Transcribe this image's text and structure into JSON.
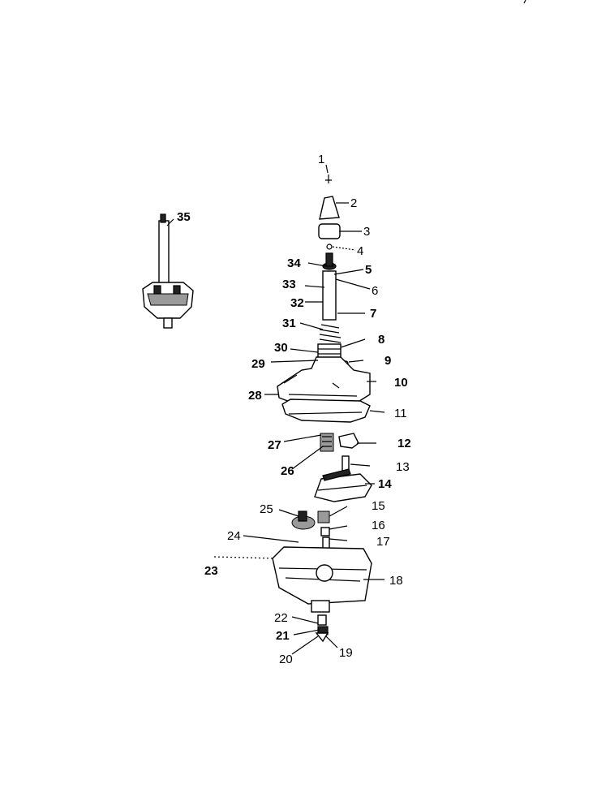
{
  "diagram": {
    "labels": [
      {
        "id": "1",
        "text": "1"
      },
      {
        "id": "2",
        "text": "2"
      },
      {
        "id": "3",
        "text": "3"
      },
      {
        "id": "4",
        "text": "4"
      },
      {
        "id": "5",
        "text": "5"
      },
      {
        "id": "6",
        "text": "6"
      },
      {
        "id": "7",
        "text": "7"
      },
      {
        "id": "8",
        "text": "8"
      },
      {
        "id": "9",
        "text": "9"
      },
      {
        "id": "10",
        "text": "10"
      },
      {
        "id": "11",
        "text": "11"
      },
      {
        "id": "12",
        "text": "12"
      },
      {
        "id": "13",
        "text": "13"
      },
      {
        "id": "14",
        "text": "14"
      },
      {
        "id": "15",
        "text": "15"
      },
      {
        "id": "16",
        "text": "16"
      },
      {
        "id": "17",
        "text": "17"
      },
      {
        "id": "18",
        "text": "18"
      },
      {
        "id": "19",
        "text": "19"
      },
      {
        "id": "20",
        "text": "20"
      },
      {
        "id": "21",
        "text": "21"
      },
      {
        "id": "22",
        "text": "22"
      },
      {
        "id": "23",
        "text": "23"
      },
      {
        "id": "24",
        "text": "24"
      },
      {
        "id": "25",
        "text": "25"
      },
      {
        "id": "26",
        "text": "26"
      },
      {
        "id": "27",
        "text": "27"
      },
      {
        "id": "28",
        "text": "28"
      },
      {
        "id": "29",
        "text": "29"
      },
      {
        "id": "30",
        "text": "30"
      },
      {
        "id": "31",
        "text": "31"
      },
      {
        "id": "32",
        "text": "32"
      },
      {
        "id": "33",
        "text": "33"
      },
      {
        "id": "34",
        "text": "34"
      },
      {
        "id": "35",
        "text": "35"
      }
    ]
  }
}
